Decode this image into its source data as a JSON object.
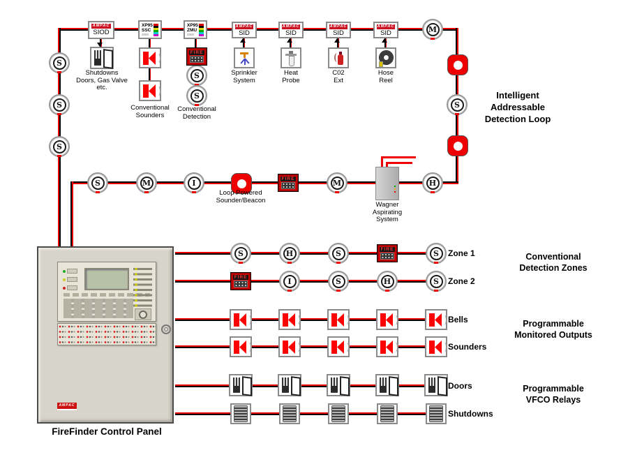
{
  "colors": {
    "line_red": "#e80000",
    "device_red": "#ee0000",
    "brand_red": "#cc1122",
    "panel_gray": "#d7d4cb",
    "lcd_green": "#b7c1a7"
  },
  "letters": {
    "s": "S",
    "m": "M",
    "h": "H",
    "i": "I"
  },
  "fire_label": "FIRE",
  "brand": "AMPAC",
  "modules": {
    "siod": "SIOD",
    "sid": "SID",
    "ssc_1": "XP95",
    "ssc_2": "SSC",
    "ssc_3": "2000",
    "zmu_1": "XP95",
    "zmu_2": "ZMU",
    "zmu_3": "2000"
  },
  "loop_title": "Intelligent\nAddressable\nDetection Loop",
  "branch_labels": {
    "shutdowns_doors": "Shutdowns\nDoors, Gas Valve\netc.",
    "conventional_sounders": "Conventional\nSounders",
    "conventional_detection": "Conventional\nDetection",
    "sprinkler": "Sprinkler\nSystem",
    "heat_probe": "Heat\nProbe",
    "co2_ext": "C02\nExt",
    "hose_reel": "Hose\nReel",
    "loop_sounder": "Loop Powered\nSounder/Beacon",
    "wagner": "Wagner\nAspirating\nSystem"
  },
  "rows": {
    "zone1": "Zone 1",
    "zone2": "Zone 2",
    "bells": "Bells",
    "sounders": "Sounders",
    "doors": "Doors",
    "shutdowns": "Shutdowns"
  },
  "sections": {
    "conventional": "Conventional\nDetection Zones",
    "monitored": "Programmable\nMonitored Outputs",
    "vfco": "Programmable\nVFCO Relays"
  },
  "panel": {
    "label": "FireFinder Control Panel",
    "logo": "AMPAC"
  }
}
